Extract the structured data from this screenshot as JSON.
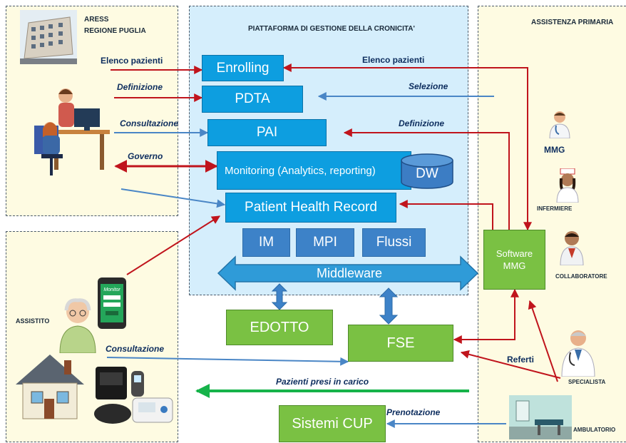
{
  "panels": {
    "aress": "ARESS\nREGIONE PUGLIA",
    "platform": "PIATTAFORMA DI GESTIONE DELLA CRONICITA'",
    "primary": "ASSISTENZA PRIMARIA",
    "patient": "ASSISTITO"
  },
  "modules": {
    "enrolling": "Enrolling",
    "pdta": "PDTA",
    "pai": "PAI",
    "monitoring": "Monitoring (Analytics, reporting)",
    "dw": "DW",
    "phr": "Patient Health Record",
    "im": "IM",
    "mpi": "MPI",
    "flussi": "Flussi",
    "middleware": "Middleware"
  },
  "external": {
    "edotto": "EDOTTO",
    "fse": "FSE",
    "cup": "Sistemi CUP",
    "software_mmg": "Software\nMMG"
  },
  "actors": {
    "mmg": "MMG",
    "infermiere": "INFERMIERE",
    "collaboratore": "COLLABORATORE",
    "specialista": "SPECIALISTA",
    "ambulatorio": "AMBULATORIO"
  },
  "flows": {
    "elenco_left": "Elenco pazienti",
    "elenco_right": "Elenco pazienti",
    "definizione_left": "Definizione",
    "selezione": "Selezione",
    "consultazione_left": "Consultazione",
    "definizione_right": "Definizione",
    "governo": "Governo",
    "consultazione_patient": "Consultazione",
    "referti": "Referti",
    "pazienti_carico": "Pazienti presi in carico",
    "prenotazione": "Prenotazione"
  },
  "device": {
    "app_title": "Monitor"
  },
  "colors": {
    "module_blue": "#0d9ee0",
    "middleware_blue": "#3d82c8",
    "system_green": "#7ac143",
    "flow_red": "#c0141c",
    "flow_blue": "#4a86c6",
    "flow_green": "#16b34a",
    "panel_yellow": "#fefbe2",
    "platform_bg": "#d5eefc"
  }
}
